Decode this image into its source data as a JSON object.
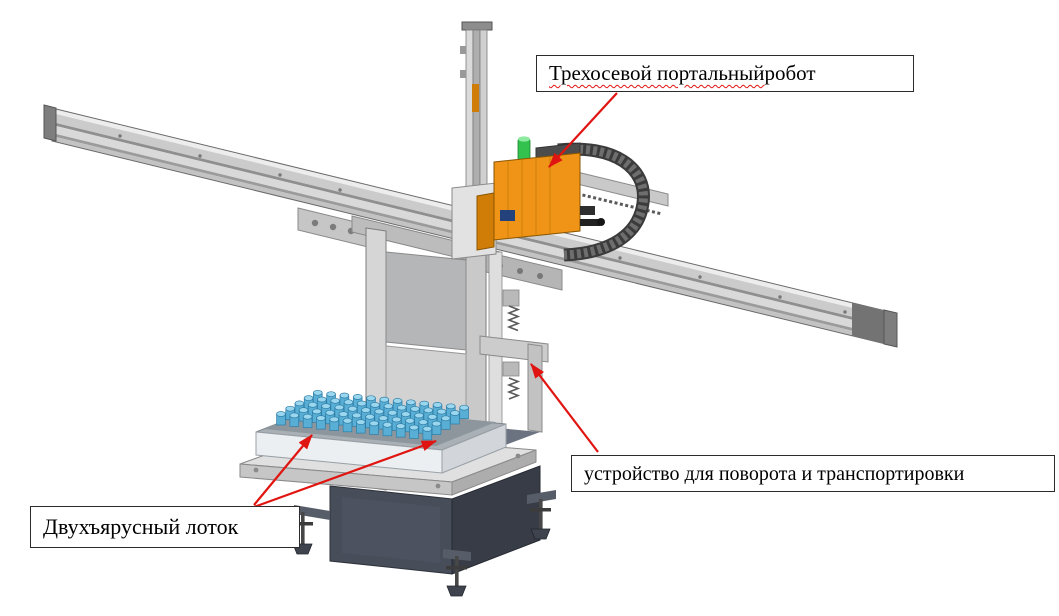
{
  "labels": {
    "robot_flagged": "Трехосевой портальный",
    "robot_rest": " робот",
    "transport": "устройство для поворота и транспортировки",
    "tray": "Двухъярусный лоток"
  },
  "machine": {
    "tray_grid": {
      "rows": 5,
      "cols": 12
    }
  },
  "colors": {
    "arrow_red": "#e01410",
    "carriage_orange": "#ef9416",
    "carriage_orange_dark": "#cf7d07",
    "indicator_green": "#33c24d",
    "vial_blue": "#58aed4",
    "vial_cap_blue": "#9ad6ee",
    "base_dark": "#474d59"
  }
}
